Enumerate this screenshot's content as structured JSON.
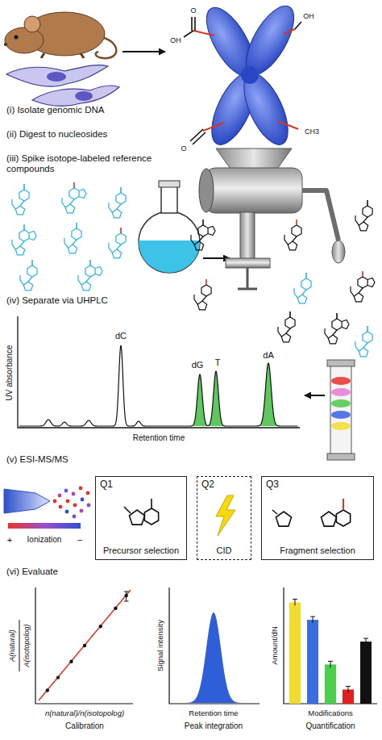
{
  "diagram": {
    "nodes": [
      {
        "text": [
          "Q1",
          "Precursor selection"
        ]
      },
      {
        "text": [
          "Q2",
          "CID"
        ]
      },
      {
        "text": [
          "Q3",
          "Fragment selection"
        ]
      }
    ],
    "labels": [
      "(i) Isolate genomic DNA",
      "(ii) Digest to nucleosides",
      "(iii) Spike isotope-labeled reference compounds",
      "OH",
      "O",
      "OH",
      "O",
      "CH3",
      "(iv) Separate via UHPLC",
      "UV absorbance",
      "Retention time",
      "dC",
      "dG",
      "T",
      "dA",
      "(v) ESI-MS/MS",
      "Ionization",
      "+",
      "−",
      "(vi) Evaluate",
      "A(natural)",
      "A(isotopolog)",
      "n(natural)/n(isotopolog)",
      "Calibration",
      "Signal intensity",
      "Retention time",
      "Peak integration",
      "Amount/dN",
      "Modifications",
      "Quantification"
    ]
  }
}
